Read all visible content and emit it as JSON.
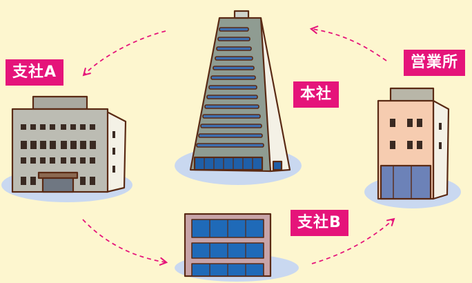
{
  "labels": {
    "branch_a": "支社A",
    "head_office": "本社",
    "sales_office": "営業所",
    "branch_b": "支社B"
  },
  "colors": {
    "background": "#fdf6cf",
    "label_bg": "#e5147a",
    "label_text": "#ffffff",
    "arrow": "#e5147a",
    "shadow": "#c9d8f0",
    "outline": "#5a2a14"
  },
  "nodes": [
    {
      "id": "head_office",
      "icon": "skyscraper-icon"
    },
    {
      "id": "branch_a",
      "icon": "office-building-icon"
    },
    {
      "id": "sales_office",
      "icon": "small-office-building-icon"
    },
    {
      "id": "branch_b",
      "icon": "low-rise-building-icon"
    }
  ],
  "connections": [
    {
      "from": "head_office",
      "to": "branch_a"
    },
    {
      "from": "branch_a",
      "to": "branch_b"
    },
    {
      "from": "branch_b",
      "to": "sales_office"
    },
    {
      "from": "sales_office",
      "to": "head_office"
    }
  ]
}
